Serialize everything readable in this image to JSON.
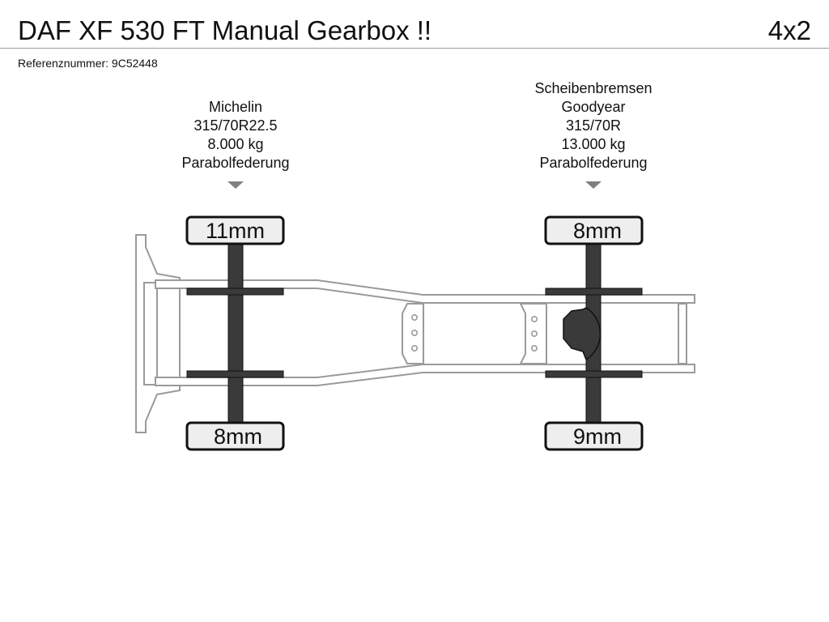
{
  "header": {
    "title": "DAF XF 530 FT Manual Gearbox !!",
    "axle_config": "4x2",
    "reference": "Referenznummer: 9C52448"
  },
  "axles": [
    {
      "id": "front",
      "specs": [
        "Michelin",
        "315/70R22.5",
        "8.000 kg",
        "Parabolfederung"
      ],
      "tread_top": "11mm",
      "tread_bottom": "8mm"
    },
    {
      "id": "rear",
      "specs": [
        "Scheibenbremsen",
        "Goodyear",
        "315/70R",
        "13.000 kg",
        "Parabolfederung"
      ],
      "tread_top": "8mm",
      "tread_bottom": "9mm"
    }
  ],
  "colors": {
    "axle": "#3a3a3a",
    "frame_fill": "#ffffff",
    "frame_stroke": "#9a9a9a",
    "marker": "#808080",
    "box_fill": "#eeeeee"
  }
}
